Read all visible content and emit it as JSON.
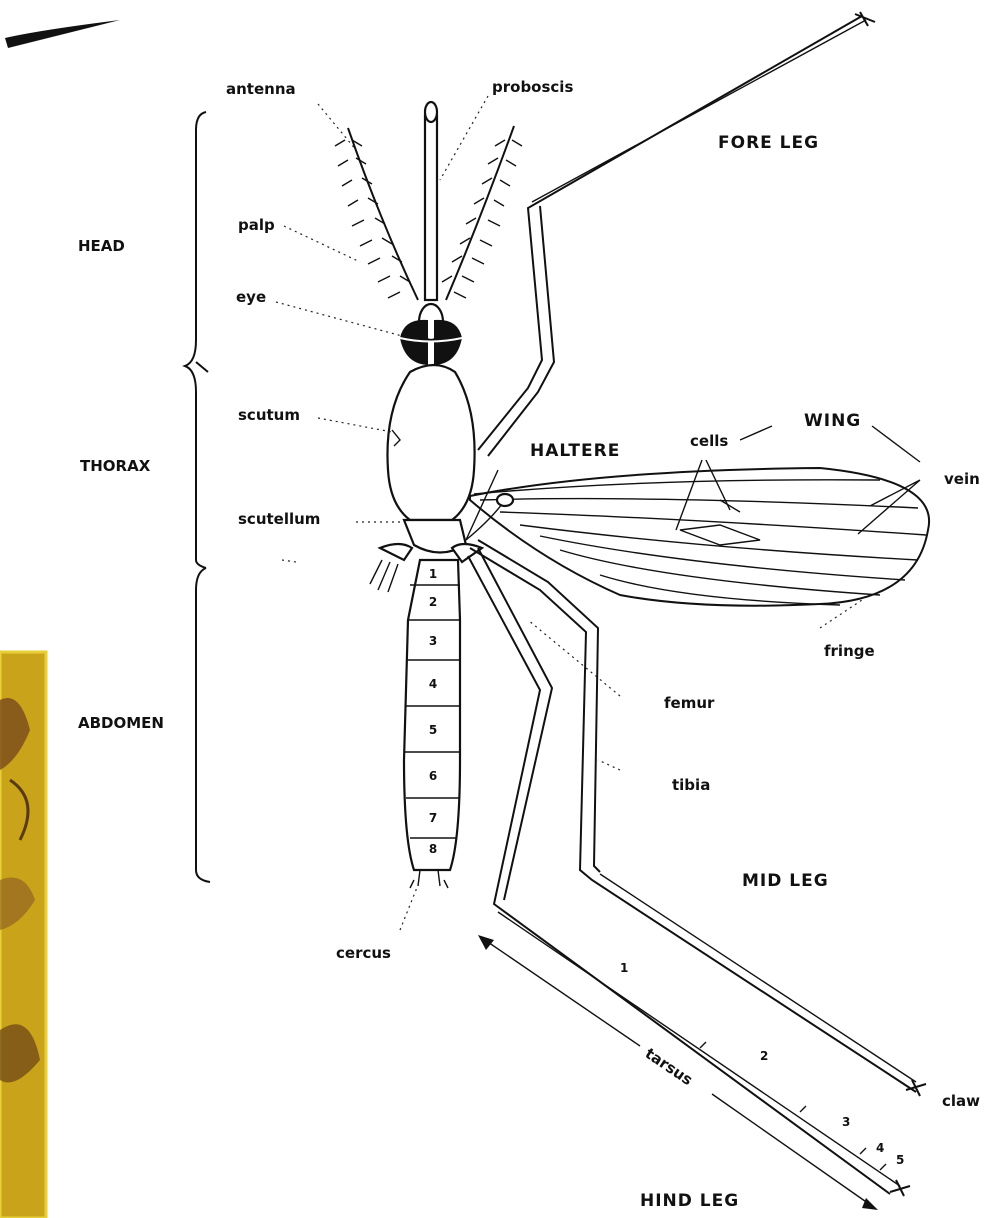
{
  "sections": {
    "head": "HEAD",
    "thorax": "THORAX",
    "abdomen": "ABDOMEN"
  },
  "labels": {
    "antenna": "antenna",
    "proboscis": "proboscis",
    "fore_leg": "FORE LEG",
    "palp": "palp",
    "eye": "eye",
    "scutum": "scutum",
    "haltere": "HALTERE",
    "cells": "cells",
    "wing": "WING",
    "vein": "vein",
    "scutellum": "scutellum",
    "fringe": "fringe",
    "femur": "femur",
    "tibia": "tibia",
    "mid_leg": "MID LEG",
    "cercus": "cercus",
    "tarsus": "tarsus",
    "claw": "claw",
    "hind_leg": "HIND LEG"
  },
  "abdomen_segments": [
    "1",
    "2",
    "3",
    "4",
    "5",
    "6",
    "7",
    "8"
  ],
  "tarsal_segments": [
    "1",
    "2",
    "3",
    "4",
    "5"
  ]
}
